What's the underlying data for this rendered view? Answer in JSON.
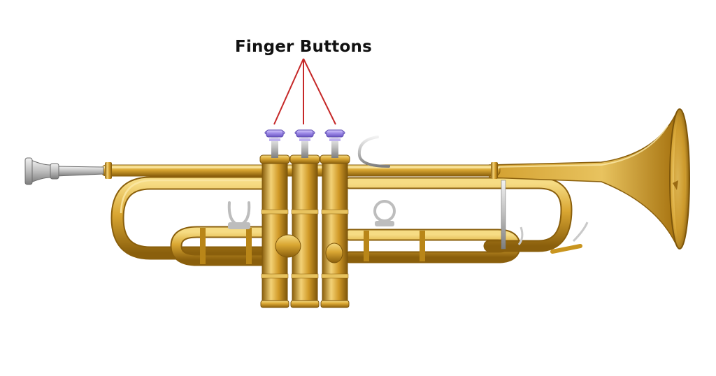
{
  "title": "Finger Buttons",
  "colors": {
    "background": "#ffffff",
    "title_text": "#111111",
    "pointer_lines": "#c62828",
    "brass": "#c9951f",
    "brass_highlight": "#f6dc84",
    "brass_shadow": "#8a5f0c",
    "silver": "#c9c9c9",
    "finger_button_caps": "#9a86e6"
  },
  "diagram": {
    "subject": "trumpet",
    "annotated_part": "finger-buttons",
    "finger_button_count": 3,
    "pointer_count": 3
  }
}
